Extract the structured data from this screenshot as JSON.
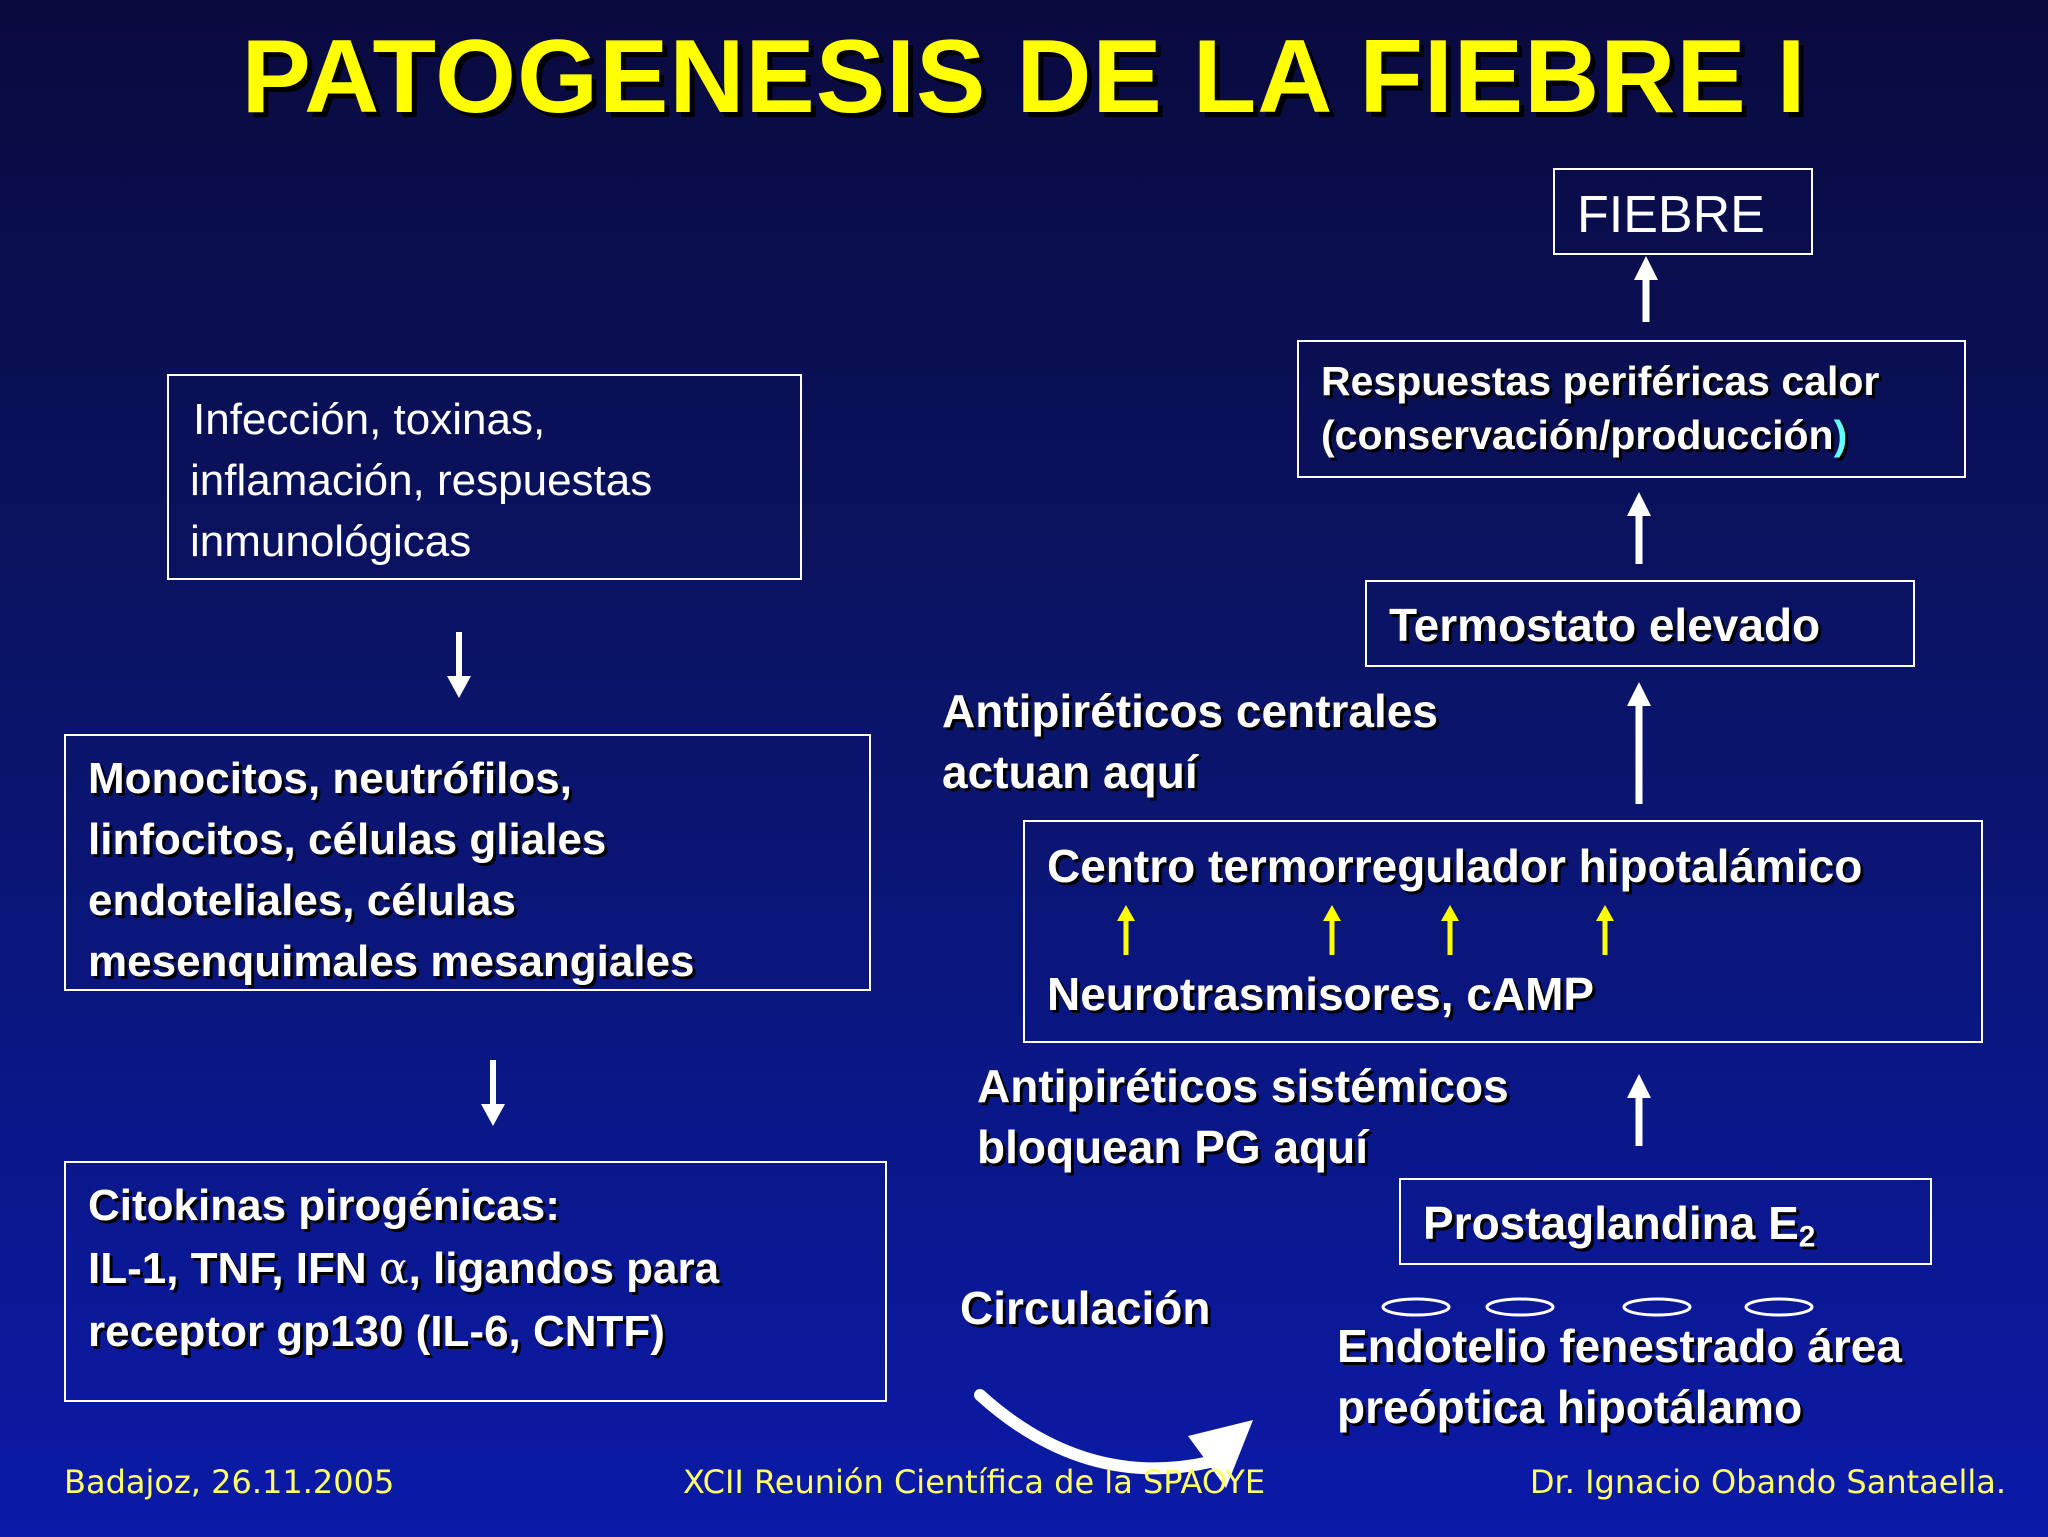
{
  "title": "PATOGENESIS DE LA FIEBRE I",
  "left_flow": {
    "infection": {
      "line1": " Infección, toxinas,",
      "line2": "inflamación, respuestas",
      "line3": "inmunológicas"
    },
    "cells": {
      "line1": "Monocitos, neutrófilos,",
      "line2": "linfocitos, células gliales",
      "line3": "endoteliales, células",
      "line4": "mesenquimales mesangiales"
    },
    "cytokines": {
      "line1": "Citokinas pirogénicas:",
      "line2_pre": "IL-1, TNF, IFN ",
      "line2_alpha": "α",
      "line2_post": ", ligandos para",
      "line3": "receptor gp130 (IL-6, CNTF)"
    }
  },
  "right_flow": {
    "fever": "FIEBRE",
    "peripheral": {
      "line1": "Respuestas periféricas calor",
      "line2": "(conservación/producción",
      "line2_paren": ")"
    },
    "thermostat": "Termostato elevado",
    "central_antipyretics": {
      "line1": "Antipiréticos centrales",
      "line2": "actuan aquí"
    },
    "hypothalamic_center": {
      "line1": "Centro termorregulador hipotalámico",
      "line2": "Neurotrasmisores, cAMP"
    },
    "systemic_antipyretics": {
      "line1": "Antipiréticos sistémicos",
      "line2": "bloquean PG aquí"
    },
    "prostaglandin": {
      "text": "Prostaglandina E",
      "subscript": "2"
    },
    "circulation": "Circulación",
    "endothelium": {
      "line1": "Endotelio fenestrado área",
      "line2": "preóptica hipotálamo"
    }
  },
  "footer": {
    "left": "Badajoz, 26.11.2005",
    "center": "XCII Reunión Científica de la SPAOYE",
    "right": "Dr. Ignacio Obando Santaella."
  },
  "colors": {
    "title": "#ffff00",
    "footer": "#ffff66",
    "small_arrows": "#ffff00",
    "main_arrows": "#ffffff",
    "background_top": "#0a0a3e",
    "background_bottom": "#0b1aa8"
  }
}
